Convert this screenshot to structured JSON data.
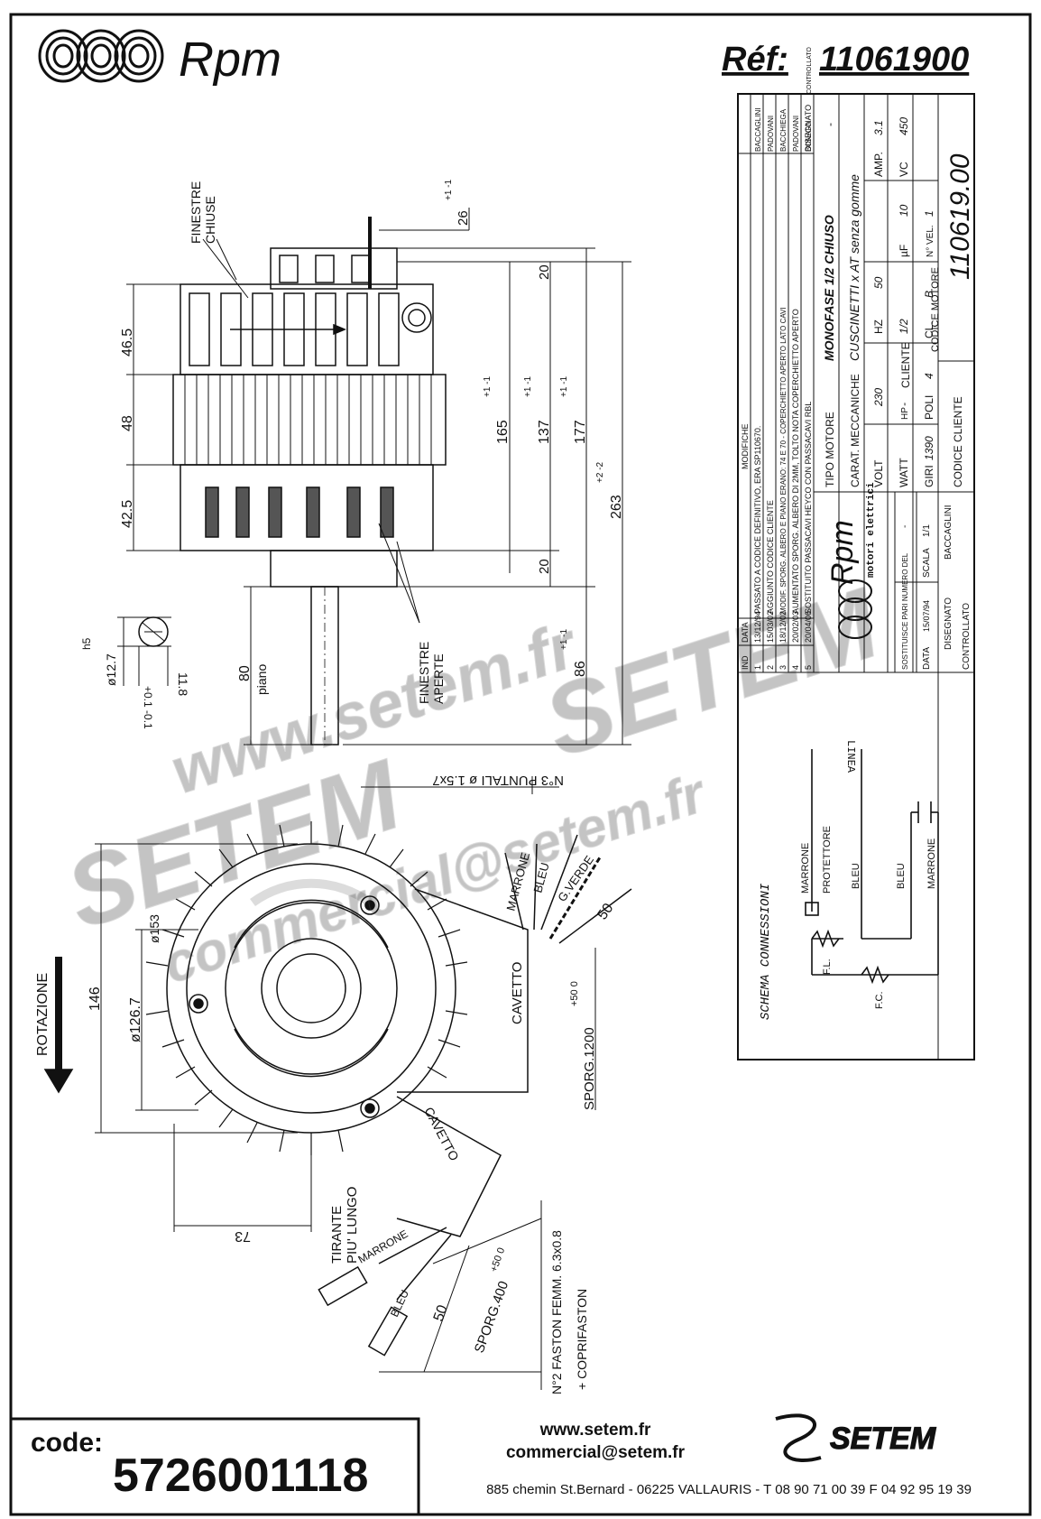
{
  "header": {
    "brand": "Rpm",
    "ref_label": "Réf:",
    "ref_value": "11061900"
  },
  "revisions": {
    "rows": [
      {
        "ind": "5",
        "date": "20/04/06",
        "text": "SOSTITUITO PASSACAVI HEYCO CON PASSACAVI RBL",
        "by": "BONATO"
      },
      {
        "ind": "4",
        "date": "20/02/03",
        "text": "AUMENTATO SPORG. ALBERO DI 2MM, TOLTO NOTA COPERCHIETTO APERTO",
        "by": "PADOVANI"
      },
      {
        "ind": "3",
        "date": "18/12/02",
        "text": "MODIF. SPORG. ALBERO E PIANO ERANO: 74 E 70 - COPERCHIETTO APERTO LATO CAVI",
        "by": "BACCHIEGA"
      },
      {
        "ind": "2",
        "date": "15/03/02",
        "text": "AGGIUNTO CODICE CLIENTE",
        "by": "PADOVANI"
      },
      {
        "ind": "1",
        "date": "13/12/94",
        "text": "PASSATO A CODICE DEFINITIVO, ERA SP110670.",
        "by": "BACCAGLINI"
      }
    ],
    "col_ind": "IND",
    "col_data": "DATA",
    "col_modifiche": "MODIFICHE",
    "col_disegnato": "DISEGNATO",
    "col_controllato": "CONTROLLATO"
  },
  "specs": {
    "tipo_motore_label": "TIPO MOTORE",
    "tipo_motore_value": "MONOFASE 1/2 CHIUSO",
    "tipo_dash": "-",
    "carat_label": "CARAT. MECCANICHE",
    "carat_value": "CUSCINETTI x AT senza gomme",
    "volt_label": "VOLT",
    "volt": "230",
    "hz_label": "HZ",
    "hz": "50",
    "amp_label": "AMP.",
    "amp": "3.1",
    "watt_label": "WATT",
    "watt": "-",
    "hp_label": "HP",
    "hp": "1/2",
    "uf_label": "µF",
    "uf": "10",
    "vc_label": "VC",
    "vc": "450",
    "giri_label": "GIRI",
    "giri": "1390",
    "poli_label": "POLI",
    "poli": "4",
    "cl_label": "CL.",
    "cl": "B",
    "vel_label": "N° VEL.",
    "vel": "1",
    "cliente_label": "CLIENTE",
    "codice_motore_label": "CODICE MOTORE",
    "codice_motore": "110619.00",
    "codice_cliente_label": "CODICE CLIENTE"
  },
  "title_block": {
    "brand": "Rpm",
    "subtitle": "motori elettrici",
    "sostituisce_label": "SOSTITUISCE PARI NUMERO DEL",
    "sostituisce_value": "-",
    "data_label": "DATA",
    "data_value": "15/07/94",
    "scala_label": "SCALA",
    "scala_value": "1/1",
    "disegnato_label": "DISEGNATO",
    "disegnato_value": "BACCAGLINI",
    "controllato_label": "CONTROLLATO"
  },
  "schema": {
    "title": "SCHEMA CONNESSIONI",
    "linea": "LINEA",
    "marrone": "MARRONE",
    "protettore": "PROTETTORE",
    "bleu": "BLEU",
    "bleu2": "BLEU",
    "marrone2": "MARRONE",
    "fl": "F.L.",
    "fc": "F.C."
  },
  "side_view": {
    "finestre_chiuse_1": "FINESTRE",
    "finestre_chiuse_2": "CHIUSE",
    "finestre_aperte_1": "FINESTRE",
    "finestre_aperte_2": "APERTE",
    "dim_465": "46.5",
    "dim_48": "48",
    "dim_425": "42.5",
    "dim_80": "80",
    "piano": "piano",
    "dim_26": "26",
    "dim_26_tol": "+1 -1",
    "dim_20a": "20",
    "dim_20b": "20",
    "dim_165": "165",
    "dim_137": "137",
    "dim_177": "177",
    "tol_1": "+1 -1",
    "dim_263": "263",
    "dim_263_tol": "+2 -2",
    "dim_86": "86",
    "dim_86_tol": "+1 -1",
    "shaft_dia": "ø12.7",
    "shaft_fit": "h5",
    "shaft_flat": "11.8",
    "shaft_flat_tol": "+0.1 -0.1"
  },
  "front_view": {
    "rotazione": "ROTAZIONE",
    "dim_146": "146",
    "dim_1267": "ø126.7",
    "dim_153": "ø153",
    "dim_73": "73",
    "tirante_1": "TIRANTE",
    "tirante_2": "PIU' LUNGO",
    "puntali": "N°3 PUNTALI ø 1.5x7",
    "marrone": "MARRONE",
    "bleu": "BLEU",
    "gverde": "G.VERDE",
    "dim_50": "50",
    "cavetto": "CAVETTO",
    "sporg1200": "SPORG.1200",
    "sporg1200_tol": "+50 0",
    "cavetto2": "CAVETTO",
    "marrone2": "MARRONE",
    "bleu2": "BLEU",
    "dim_50b": "50",
    "sporg400": "SPORG.400",
    "sporg400_tol": "+50 0",
    "faston_1": "N°2 FASTON FEMM. 6.3x0.8",
    "faston_2": "+ COPRIFASTON"
  },
  "watermarks": {
    "w1": "www.setem.fr",
    "w2": "SETEM",
    "w3": "SETEM",
    "w4": "commercial@setem.fr"
  },
  "footer": {
    "code_label": "code:",
    "code_value": "5726001118",
    "website": "www.setem.fr",
    "email": "commercial@setem.fr",
    "logo": "SETEM",
    "address": "885 chemin St.Bernard  -  06225 VALLAURIS  -  T 08 90 71 00 39  F 04 92 95 19 39"
  }
}
